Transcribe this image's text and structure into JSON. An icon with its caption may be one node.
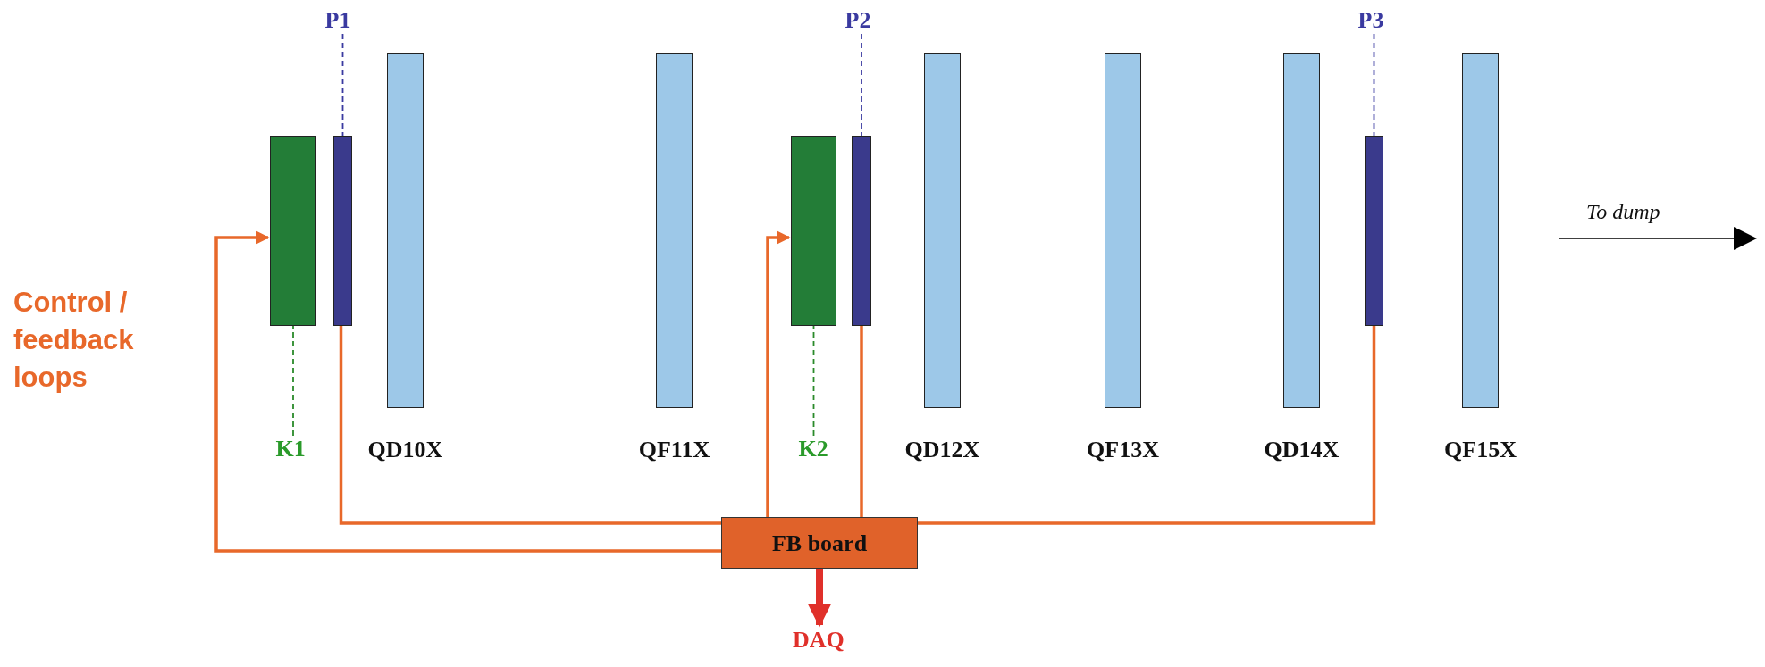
{
  "diagram": {
    "nodes": [
      {
        "text": [
          "P1"
        ]
      },
      {
        "text": [],
        "shape": "bar"
      },
      {
        "text": [
          "K1"
        ]
      },
      {
        "text": [],
        "shape": "bar"
      },
      {
        "text": [
          "QD10X"
        ]
      },
      {
        "text": [
          "QF11X"
        ]
      },
      {
        "text": [
          "P2"
        ]
      },
      {
        "text": [],
        "shape": "bar"
      },
      {
        "text": [
          "K2"
        ]
      },
      {
        "text": [],
        "shape": "bar"
      },
      {
        "text": [
          "QD12X"
        ]
      },
      {
        "text": [
          "QF13X"
        ]
      },
      {
        "text": [
          "QD14X"
        ]
      },
      {
        "text": [
          "P3"
        ]
      },
      {
        "text": [],
        "shape": "bar"
      },
      {
        "text": [
          "QF15X"
        ]
      },
      {
        "text": [
          "FB board"
        ]
      },
      {
        "text": [
          "DAQ"
        ]
      }
    ],
    "edges": [
      {
        "from": 0,
        "to": 3,
        "arrow": "none",
        "style": "dashed",
        "color": "#3a3aa0"
      },
      {
        "from": 2,
        "to": 1,
        "arrow": "none",
        "style": "dashed",
        "color": "#2a8a2a"
      },
      {
        "from": 6,
        "to": 9,
        "arrow": "none",
        "style": "dashed",
        "color": "#3a3aa0"
      },
      {
        "from": 8,
        "to": 7,
        "arrow": "none",
        "style": "dashed",
        "color": "#2a8a2a"
      },
      {
        "from": 13,
        "to": 14,
        "arrow": "none",
        "style": "dashed",
        "color": "#3a3aa0"
      },
      {
        "from": 3,
        "to": 16,
        "arrow": "none"
      },
      {
        "from": 16,
        "to": 1,
        "arrow": "to"
      },
      {
        "from": 9,
        "to": 16,
        "arrow": "none"
      },
      {
        "from": 16,
        "to": 7,
        "arrow": "to"
      },
      {
        "from": 14,
        "to": 16,
        "arrow": "none"
      },
      {
        "from": 16,
        "to": 17,
        "arrow": "to",
        "style": "thick",
        "color": "#e0302a"
      }
    ],
    "labels": [
      "Control / feedback loops",
      "To dump"
    ]
  }
}
